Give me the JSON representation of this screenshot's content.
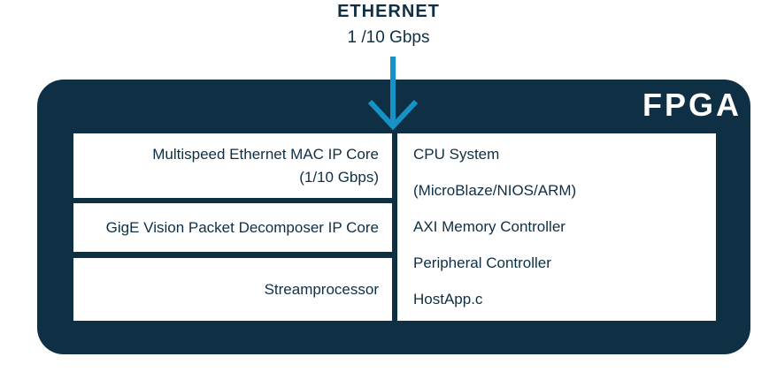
{
  "ethernet": {
    "title": "ETHERNET",
    "speed": "1 /10 Gbps"
  },
  "fpga": {
    "label": "FPGA",
    "left_column": [
      {
        "lines": [
          "Multispeed Ethernet MAC IP Core",
          "(1/10 Gbps)"
        ]
      },
      {
        "lines": [
          "GigE Vision Packet Decomposer IP Core"
        ]
      },
      {
        "lines": [
          "Streamprocessor"
        ]
      }
    ],
    "right_column": [
      "CPU System",
      "(MicroBlaze/NIOS/ARM)",
      "AXI Memory Controller",
      "Peripheral Controller",
      "HostApp.c"
    ]
  },
  "colors": {
    "navy": "#0e2f44",
    "arrow": "#1593c6",
    "box": "#ffffff"
  }
}
